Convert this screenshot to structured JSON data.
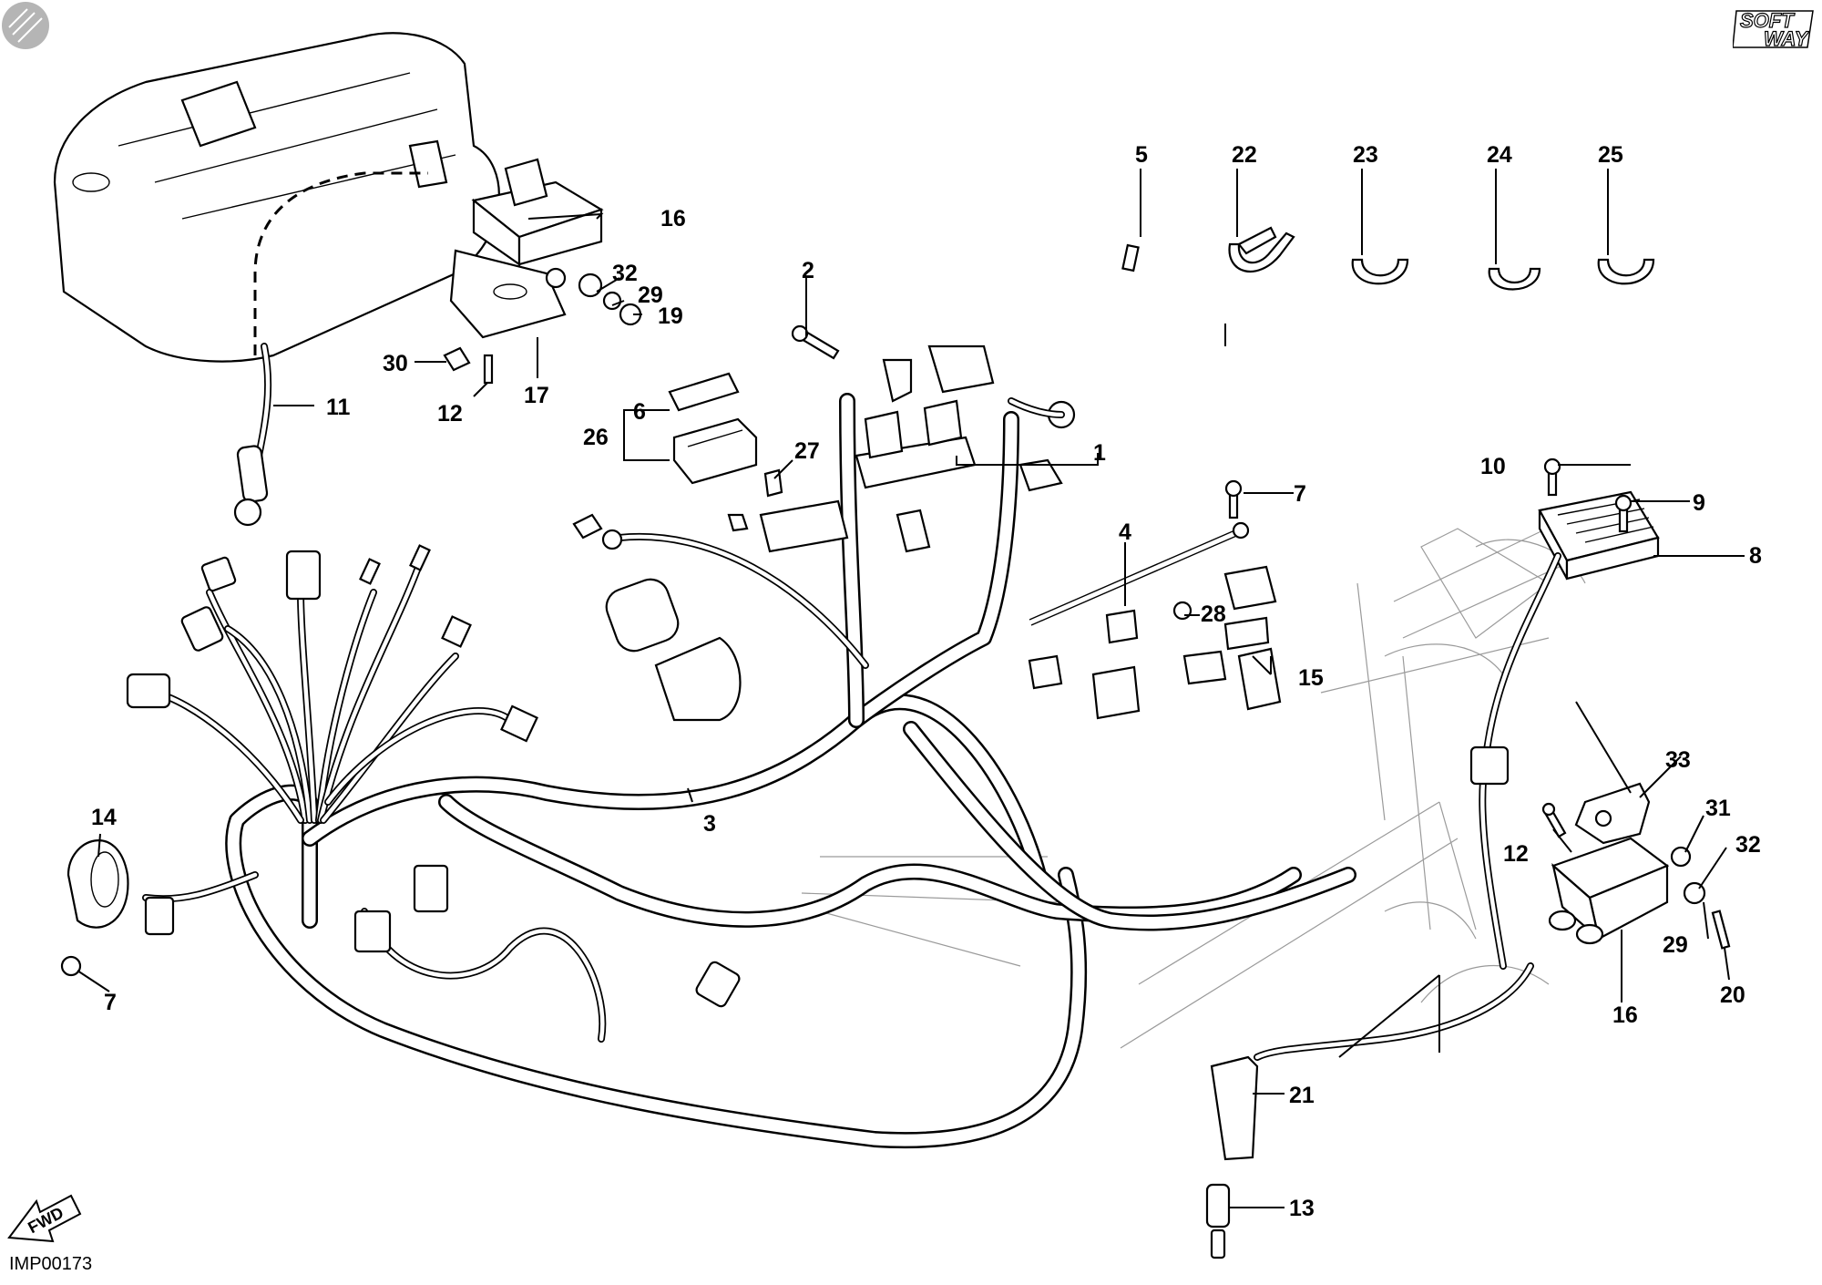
{
  "drawing_code": "IMP00173",
  "brand_mark": "SOFT WAY",
  "direction_arrow": "FWD",
  "callouts": [
    {
      "id": "c1",
      "text": "1"
    },
    {
      "id": "c2",
      "text": "2"
    },
    {
      "id": "c3",
      "text": "3"
    },
    {
      "id": "c4",
      "text": "4"
    },
    {
      "id": "c5",
      "text": "5"
    },
    {
      "id": "c6",
      "text": "6"
    },
    {
      "id": "c7a",
      "text": "7"
    },
    {
      "id": "c7b",
      "text": "7"
    },
    {
      "id": "c8",
      "text": "8"
    },
    {
      "id": "c9",
      "text": "9"
    },
    {
      "id": "c10",
      "text": "10"
    },
    {
      "id": "c11",
      "text": "11"
    },
    {
      "id": "c12a",
      "text": "12"
    },
    {
      "id": "c12b",
      "text": "12"
    },
    {
      "id": "c13",
      "text": "13"
    },
    {
      "id": "c14",
      "text": "14"
    },
    {
      "id": "c15",
      "text": "15"
    },
    {
      "id": "c16a",
      "text": "16"
    },
    {
      "id": "c16b",
      "text": "16"
    },
    {
      "id": "c17",
      "text": "17"
    },
    {
      "id": "c19",
      "text": "19"
    },
    {
      "id": "c20",
      "text": "20"
    },
    {
      "id": "c21",
      "text": "21"
    },
    {
      "id": "c22",
      "text": "22"
    },
    {
      "id": "c23",
      "text": "23"
    },
    {
      "id": "c24",
      "text": "24"
    },
    {
      "id": "c25",
      "text": "25"
    },
    {
      "id": "c26",
      "text": "26"
    },
    {
      "id": "c27",
      "text": "27"
    },
    {
      "id": "c28",
      "text": "28"
    },
    {
      "id": "c29a",
      "text": "29"
    },
    {
      "id": "c29b",
      "text": "29"
    },
    {
      "id": "c30",
      "text": "30"
    },
    {
      "id": "c31",
      "text": "31"
    },
    {
      "id": "c32a",
      "text": "32"
    },
    {
      "id": "c32b",
      "text": "32"
    },
    {
      "id": "c33",
      "text": "33"
    }
  ]
}
